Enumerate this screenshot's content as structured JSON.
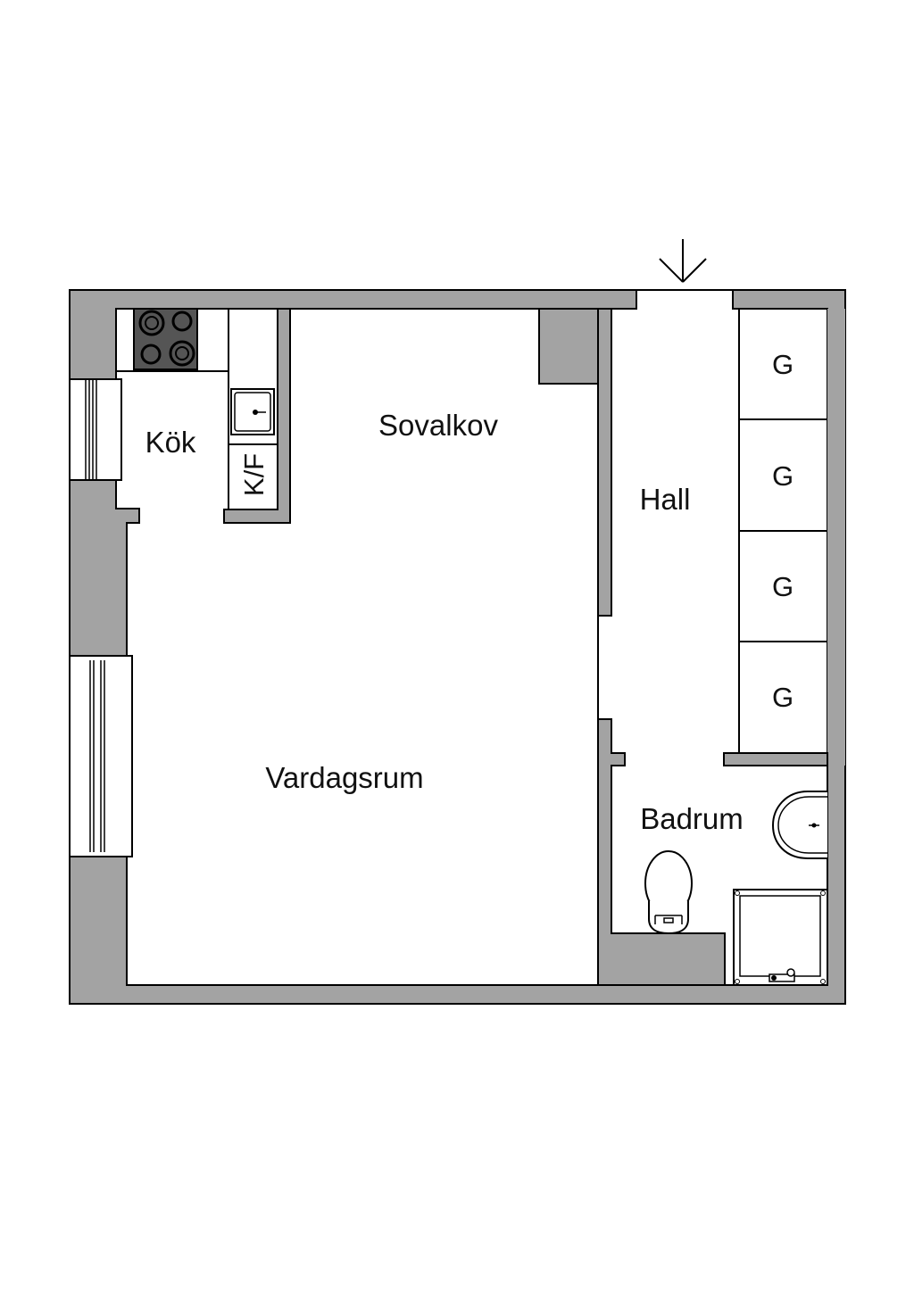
{
  "rooms": {
    "kitchen": "Kök",
    "alcove": "Sovalkov",
    "hall": "Hall",
    "living": "Vardagsrum",
    "bathroom": "Badrum"
  },
  "fixtures": {
    "fridge_freezer": "K/F",
    "wardrobes": [
      "G",
      "G",
      "G",
      "G"
    ]
  },
  "colors": {
    "wall": "#a3a3a3",
    "floor": "#ffffff",
    "stove": "#555555",
    "line": "#000000"
  },
  "icons": {
    "entrance": "entrance-arrow-icon",
    "stove": "stove-icon",
    "sink": "kitchen-sink-icon",
    "washbasin": "washbasin-icon",
    "toilet": "toilet-icon",
    "shower": "shower-icon",
    "window": "window-icon"
  }
}
